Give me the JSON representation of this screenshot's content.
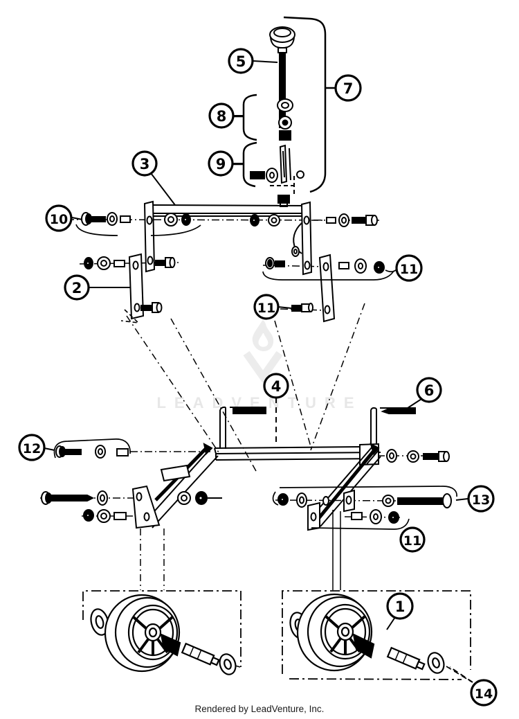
{
  "diagram": {
    "watermark": "LEADVENTURE",
    "footer": "Rendered by LeadVenture, Inc.",
    "colors": {
      "line": "#000000",
      "watermark": "#e7e7e7",
      "background": "#ffffff"
    },
    "callouts": [
      {
        "id": "callout-5",
        "label": "5"
      },
      {
        "id": "callout-7",
        "label": "7"
      },
      {
        "id": "callout-8",
        "label": "8"
      },
      {
        "id": "callout-9",
        "label": "9"
      },
      {
        "id": "callout-3",
        "label": "3"
      },
      {
        "id": "callout-10",
        "label": "10"
      },
      {
        "id": "callout-2",
        "label": "2"
      },
      {
        "id": "callout-11-upper-right",
        "label": "11"
      },
      {
        "id": "callout-11-middle",
        "label": "11"
      },
      {
        "id": "callout-4",
        "label": "4"
      },
      {
        "id": "callout-6",
        "label": "6"
      },
      {
        "id": "callout-12",
        "label": "12"
      },
      {
        "id": "callout-13",
        "label": "13"
      },
      {
        "id": "callout-11-lower",
        "label": "11"
      },
      {
        "id": "callout-1",
        "label": "1"
      },
      {
        "id": "callout-14",
        "label": "14"
      }
    ]
  }
}
